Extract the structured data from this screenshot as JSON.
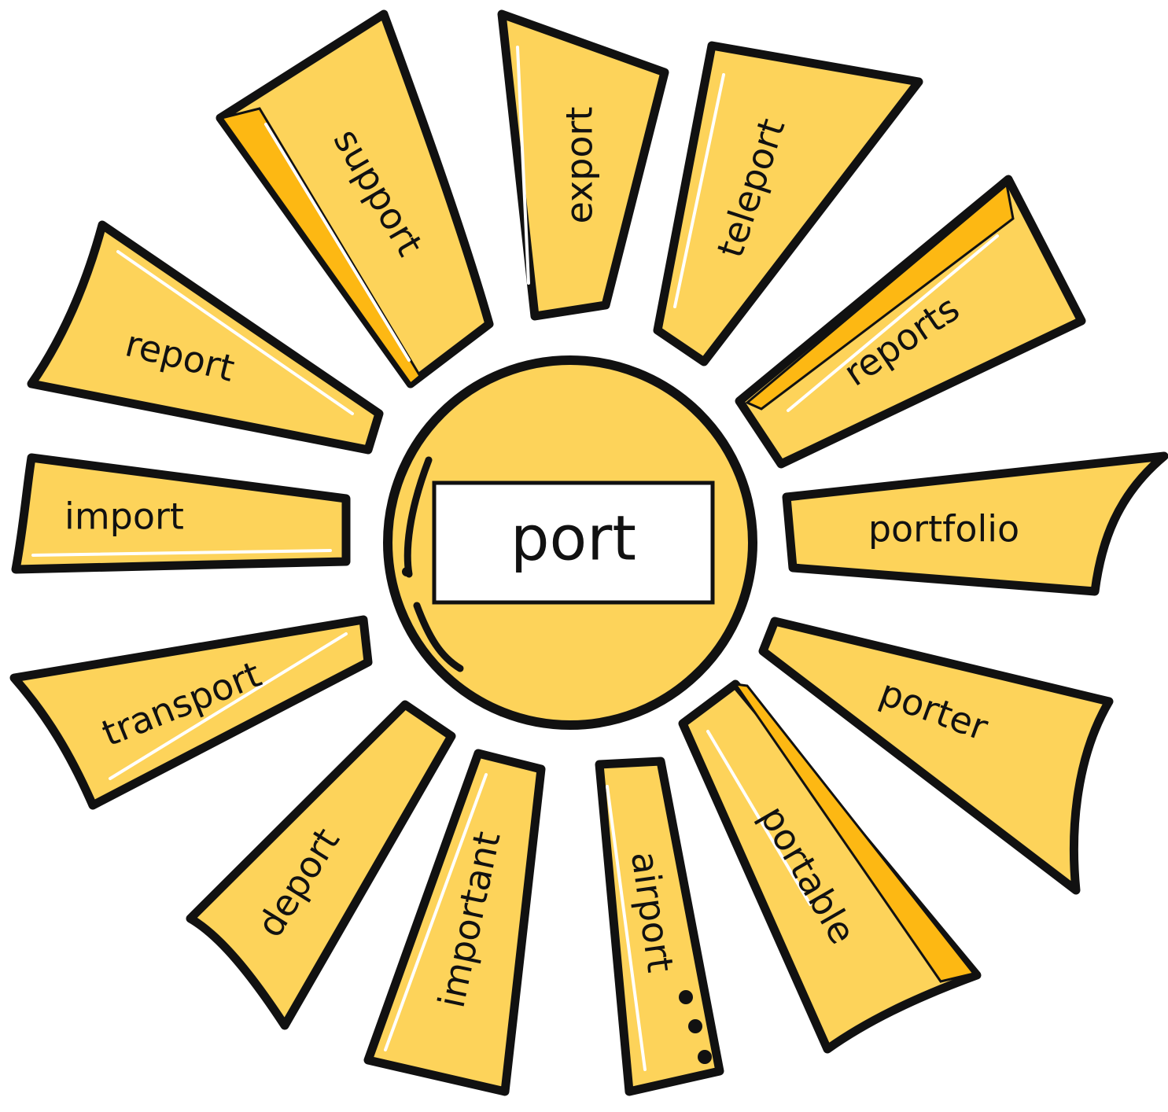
{
  "center": {
    "word": "port",
    "fill": "#FDD35A"
  },
  "colors": {
    "ray_fill": "#FDD35A",
    "ray_stripe": "#FDB813",
    "outline": "#111111",
    "label_box": "#ffffff"
  },
  "rays": [
    {
      "id": "export",
      "word": "export"
    },
    {
      "id": "teleport",
      "word": "teleport"
    },
    {
      "id": "reports",
      "word": "reports"
    },
    {
      "id": "portfolio",
      "word": "portfolio"
    },
    {
      "id": "porter",
      "word": "porter"
    },
    {
      "id": "portable",
      "word": "portable"
    },
    {
      "id": "airport",
      "word": "airport"
    },
    {
      "id": "important",
      "word": "important"
    },
    {
      "id": "deport",
      "word": "deport"
    },
    {
      "id": "transport",
      "word": "transport"
    },
    {
      "id": "import",
      "word": "import"
    },
    {
      "id": "report",
      "word": "report"
    },
    {
      "id": "support",
      "word": "support"
    }
  ]
}
